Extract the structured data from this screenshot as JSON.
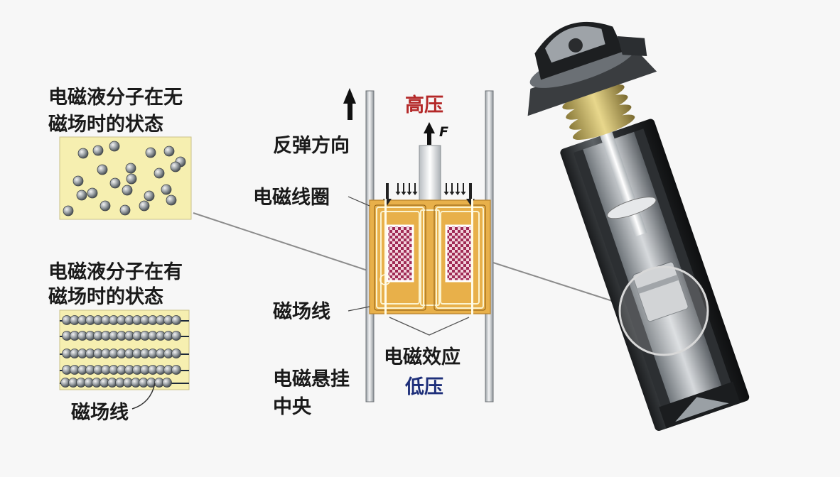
{
  "labels": {
    "no_field_line1": "电磁液分子在无",
    "no_field_line2": "磁场时的状态",
    "with_field_line1": "电磁液分子在有",
    "with_field_line2": "磁场时的状态",
    "field_lines_left": "磁场线",
    "high_pressure": "高压",
    "force": "F",
    "rebound_direction": "反弹方向",
    "coil": "电磁线圈",
    "field_lines_center": "磁场线",
    "em_effect": "电磁效应",
    "low_pressure": "低压",
    "em_suspension_line1": "电磁悬挂",
    "em_suspension_line2": "中央"
  },
  "colors": {
    "panel_fill": "#f6efb0",
    "core_fill": "#e8b04a",
    "coil_fill": "#a0305a",
    "high_pressure_text": "#b42828",
    "low_pressure_text": "#1e2f7a"
  },
  "icons": {
    "up_arrow": "arrow-up-icon",
    "down_arrow": "arrow-down-icon",
    "particle": "particle-icon"
  }
}
